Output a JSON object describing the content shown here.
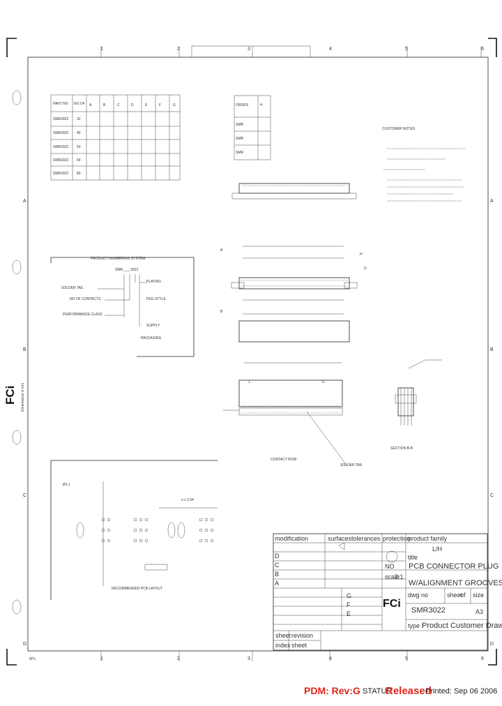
{
  "sheet": {
    "zone_columns_top": [
      "1",
      "2",
      "3",
      "4",
      "5",
      "6"
    ],
    "zone_columns_bottom": [
      "1",
      "2",
      "3",
      "4",
      "5",
      "6"
    ],
    "zone_rows_left": [
      "A",
      "B",
      "C",
      "D"
    ],
    "zone_rows_right": [
      "A",
      "B",
      "C",
      "D"
    ],
    "company_side_logo": "FCi",
    "side_text": "Dimensions in mm",
    "corner_left_label": "MTL"
  },
  "title_block": {
    "modification_header": "modification",
    "surfaces_header": "surfaces",
    "tolerances_header": "tolerances",
    "protection_header": "protection",
    "product_family_header": "product family",
    "product_family_value": "L/H",
    "title_header": "title",
    "title_line1": "PCB CONNECTOR PLUG",
    "title_line2": "W/ALIGNMENT GROOVES",
    "dwg_no_header": "dwg no",
    "dwg_no_value": "SMR3022",
    "sheet_header": "sheet",
    "sheet_of_header": "of",
    "size_header": "size",
    "size_value": "A3",
    "type_label": "type :",
    "type_value": "Product Customer Drawing",
    "rev_letters": [
      "G",
      "F",
      "E",
      "D",
      "C",
      "B",
      "A"
    ],
    "scale_label": "scale",
    "scale_value": "2:1",
    "no_label": "NO",
    "logo_text": "FCi",
    "sheet_label": "sheet",
    "index_label": "index",
    "revision_label": "revision",
    "sheet_index_label": "sheet"
  },
  "details": {
    "note_header": "CUSTOMER NOTES",
    "section_label": "SECTION B-B",
    "numbering_label": "PRODUCT NUMBERING SYSTEM",
    "pcb_layout_label": "RECOMMENDED PCB LAYOUT"
  },
  "status": {
    "pdm_label": "PDM: Rev:G",
    "status_label": "STATUS",
    "status_value": "Released",
    "printed_label": "Printed: Sep 06 2006"
  },
  "colors": {
    "accent_red": "#e0261c",
    "line": "#222222"
  }
}
